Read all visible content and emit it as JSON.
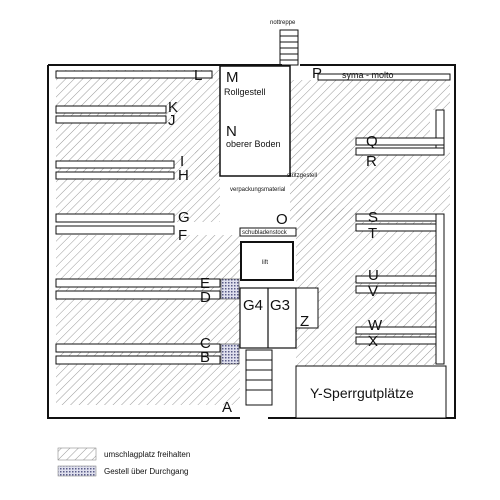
{
  "labels": {
    "notreppe": "nottreppe",
    "rollgestell": "Rollgestell",
    "oberer_boden": "oberer Boden",
    "syma": "syma - molto",
    "stuetzgestell": "stützgestell",
    "verpackungsmaterial": "verpackungsmaterial",
    "schubladenstock": "schubladenstock",
    "lift": "lift",
    "sperrgut": "Y-Sperrgutplätze"
  },
  "letters": {
    "A": "A",
    "B": "B",
    "C": "C",
    "D": "D",
    "E": "E",
    "F": "F",
    "G": "G",
    "H": "H",
    "I": "I",
    "J": "J",
    "K": "K",
    "L": "L",
    "M": "M",
    "N": "N",
    "O": "O",
    "P": "P",
    "Q": "Q",
    "R": "R",
    "S": "S",
    "T": "T",
    "U": "U",
    "V": "V",
    "W": "W",
    "X": "X",
    "Z": "Z",
    "G3": "G3",
    "G4": "G4"
  },
  "legend": [
    {
      "pattern": "hatch",
      "text": "umschlagplatz freihalten"
    },
    {
      "pattern": "grid",
      "text": "Gestell über Durchgang"
    }
  ]
}
